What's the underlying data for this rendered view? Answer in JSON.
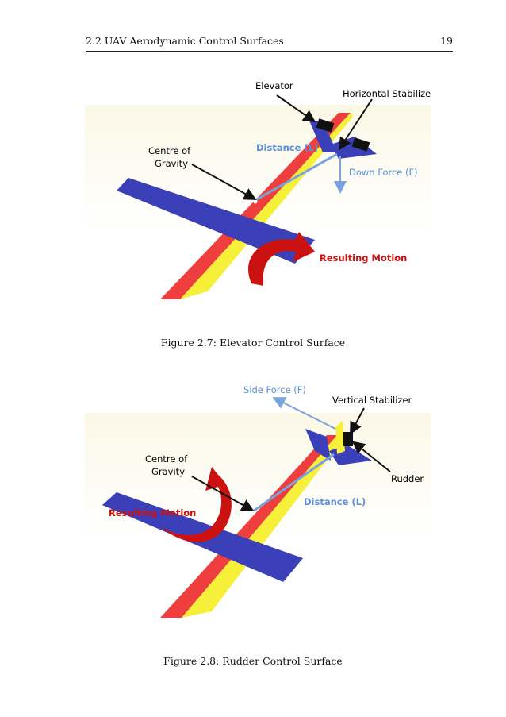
{
  "header": {
    "section_title": "2.2 UAV Aerodynamic Control Surfaces",
    "page_number": "19"
  },
  "figures": [
    {
      "caption": "Figure 2.7: Elevator Control Surface",
      "labels": {
        "elevator": "Elevator",
        "horizontal_stabilizer": "Horizontal Stabilizer",
        "distance": "Distance (L)",
        "down_force": "Down Force (F)",
        "cog_line1": "Centre of",
        "cog_line2": "Gravity",
        "resulting_motion": "Resulting Motion"
      }
    },
    {
      "caption": "Figure 2.8: Rudder Control Surface",
      "labels": {
        "side_force": "Side Force (F)",
        "vertical_stabilizer": "Vertical Stabilizer",
        "rudder": "Rudder",
        "distance": "Distance (L)",
        "cog_line1": "Centre of",
        "cog_line2": "Gravity",
        "resulting_motion": "Resulting Motion"
      }
    }
  ],
  "colors": {
    "wing_blue": "#3b3fb8",
    "fuselage_red": "#ee3e3e",
    "fuselage_yellow": "#f7f03a",
    "label_blue": "#5b8fd6",
    "motion_red": "#cc1111"
  }
}
